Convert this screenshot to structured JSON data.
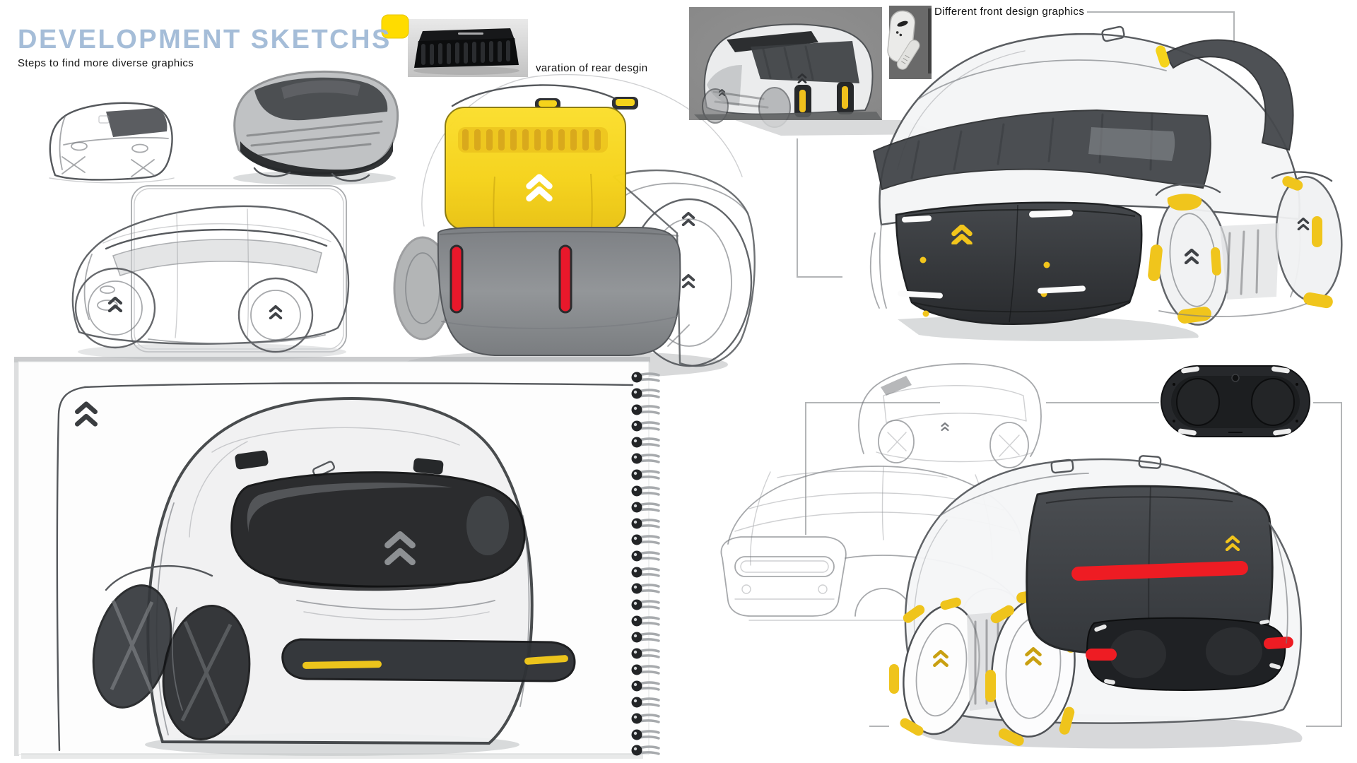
{
  "page": {
    "title": "DEVELOPMENT SKETCHS",
    "subtitle": "Steps to find more diverse graphics"
  },
  "annotations": {
    "rear_caption": "varation of rear desgin",
    "front_caption": "Different front design graphics"
  },
  "colors": {
    "title_blue": "#A5BDD8",
    "brand_yellow": "#F5D31B",
    "sticker_yellow": "#FFDC00",
    "slat_yellow": "#D9A91C",
    "signal_red": "#E9182B",
    "tail_bar_red": "#EE1C23",
    "photo_background_gray": "#8A8A8A",
    "device_photo_gray": "#6A6A6A",
    "pencil_gray": "#55585C"
  },
  "icons": {
    "brand_mark": "citroen-double-chevron-icon",
    "sticker": "yellow-rounded-square-icon",
    "spiral": "spiral-binding-icon"
  },
  "figures": [
    "sketch-front-quarter-small",
    "sketch-rear-dark",
    "sketch-front-quarter-large",
    "hero-rear-yellow-sketch",
    "amplifier-photo",
    "gray-rear-quarter-sketch-photo",
    "door-handle-parts-photo",
    "front-design-sketch-large",
    "handheld-controller-photo",
    "sketch-rear-quarter-light",
    "sketch-front-wireframe",
    "spiral-sketchbook-charcoal-sketch",
    "sketch-rear-red-bar"
  ]
}
